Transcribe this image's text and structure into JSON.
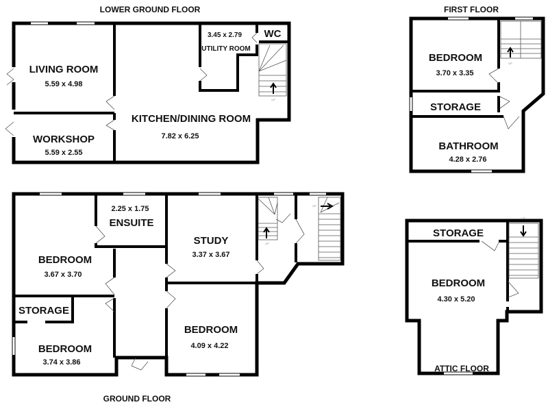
{
  "floors": {
    "lower_ground": {
      "title": "LOWER GROUND FLOOR",
      "rooms": [
        {
          "name": "LIVING ROOM",
          "size": "5.59 x 4.98"
        },
        {
          "name": "WORKSHOP",
          "size": "5.59 x 2.55"
        },
        {
          "name": "KITCHEN/DINING ROOM",
          "size": "7.82 x 6.25"
        },
        {
          "name": "UTILITY ROOM",
          "size": "3.45 x 2.79"
        },
        {
          "name": "WC"
        }
      ]
    },
    "ground": {
      "title": "GROUND FLOOR",
      "rooms": [
        {
          "name": "BEDROOM",
          "size": "3.67 x 3.70"
        },
        {
          "name": "ENSUITE",
          "size": "2.25 x 1.75"
        },
        {
          "name": "STUDY",
          "size": "3.37 x 3.67"
        },
        {
          "name": "STORAGE"
        },
        {
          "name": "BEDROOM",
          "size": "3.74 x 3.86"
        },
        {
          "name": "BEDROOM",
          "size": "4.09 x 4.22"
        }
      ]
    },
    "first": {
      "title": "FIRST FLOOR",
      "rooms": [
        {
          "name": "BEDROOM",
          "size": "3.70 x 3.35"
        },
        {
          "name": "STORAGE"
        },
        {
          "name": "BATHROOM",
          "size": "4.28 x 2.76"
        }
      ]
    },
    "attic": {
      "title": "ATTIC FLOOR",
      "rooms": [
        {
          "name": "STORAGE"
        },
        {
          "name": "BEDROOM",
          "size": "4.30 x 5.20"
        }
      ]
    }
  },
  "stair_label": "UP"
}
